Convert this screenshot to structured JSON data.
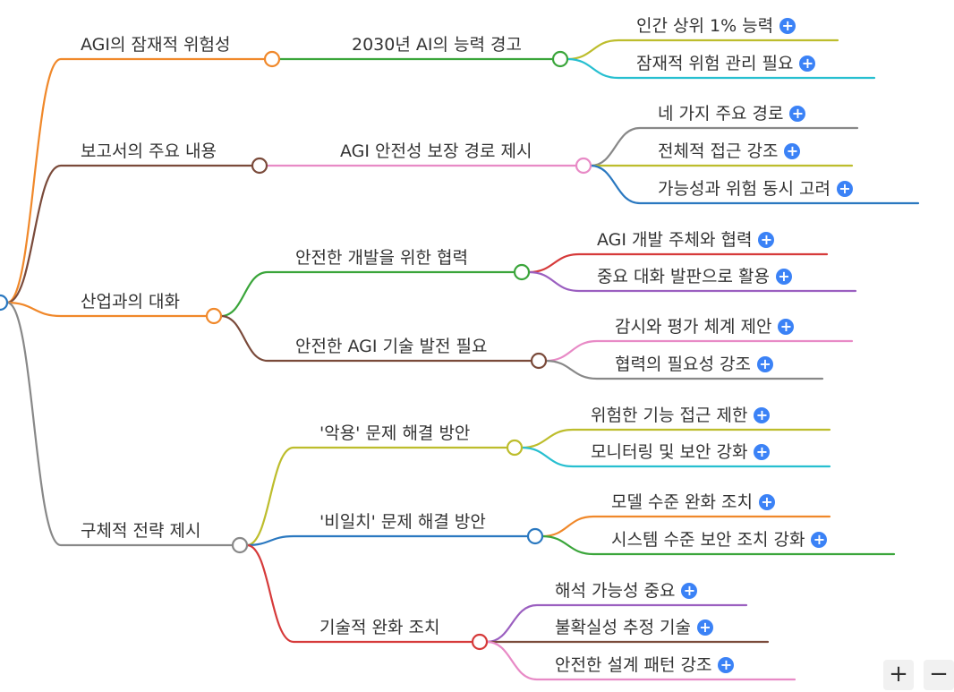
{
  "mindmap": {
    "branches": [
      {
        "label": "AGI의 잠재적 위험성",
        "color": "#f0882a",
        "children": [
          {
            "label": "2030년 AI의 능력 경고",
            "color": "#3aa53a",
            "children": [
              {
                "label": "인간 상위 1% 능력",
                "color": "#bdbd2c"
              },
              {
                "label": "잠재적 위험 관리 필요",
                "color": "#27bfd0"
              }
            ]
          }
        ]
      },
      {
        "label": "보고서의 주요 내용",
        "color": "#7a4a3a",
        "children": [
          {
            "label": "AGI 안전성 보장 경로 제시",
            "color": "#e88ac6",
            "children": [
              {
                "label": "네 가지 주요 경로",
                "color": "#888888"
              },
              {
                "label": "전체적 접근 강조",
                "color": "#bdbd2c"
              },
              {
                "label": "가능성과 위험 동시 고려",
                "color": "#2a78c0"
              }
            ]
          }
        ]
      },
      {
        "label": "산업과의 대화",
        "color": "#f0882a",
        "children": [
          {
            "label": "안전한 개발을 위한 협력",
            "color": "#3aa53a",
            "children": [
              {
                "label": "AGI 개발 주체와 협력",
                "color": "#d63a3a"
              },
              {
                "label": "중요 대화 발판으로 활용",
                "color": "#9b5fc0"
              }
            ]
          },
          {
            "label": "안전한 AGI 기술 발전 필요",
            "color": "#7a4a3a",
            "children": [
              {
                "label": "감시와 평가 체계 제안",
                "color": "#e88ac6"
              },
              {
                "label": "협력의 필요성 강조",
                "color": "#888888"
              }
            ]
          }
        ]
      },
      {
        "label": "구체적 전략 제시",
        "color": "#888888",
        "children": [
          {
            "label": "'악용' 문제 해결 방안",
            "color": "#bdbd2c",
            "children": [
              {
                "label": "위험한 기능 접근 제한",
                "color": "#bdbd2c"
              },
              {
                "label": "모니터링 및 보안 강화",
                "color": "#27bfd0"
              }
            ]
          },
          {
            "label": "'비일치' 문제 해결 방안",
            "color": "#2a78c0",
            "children": [
              {
                "label": "모델 수준 완화 조치",
                "color": "#f0882a"
              },
              {
                "label": "시스템 수준 보안 조치 강화",
                "color": "#3aa53a"
              }
            ]
          },
          {
            "label": "기술적 완화 조치",
            "color": "#d63a3a",
            "children": [
              {
                "label": "해석 가능성 중요",
                "color": "#9b5fc0"
              },
              {
                "label": "불확실성 추정 기술",
                "color": "#7a4a3a"
              },
              {
                "label": "안전한 설계 패턴 강조",
                "color": "#e88ac6"
              }
            ]
          }
        ]
      }
    ]
  },
  "controls": {
    "zoom_in": "+",
    "zoom_out": "−",
    "expand": "+"
  }
}
